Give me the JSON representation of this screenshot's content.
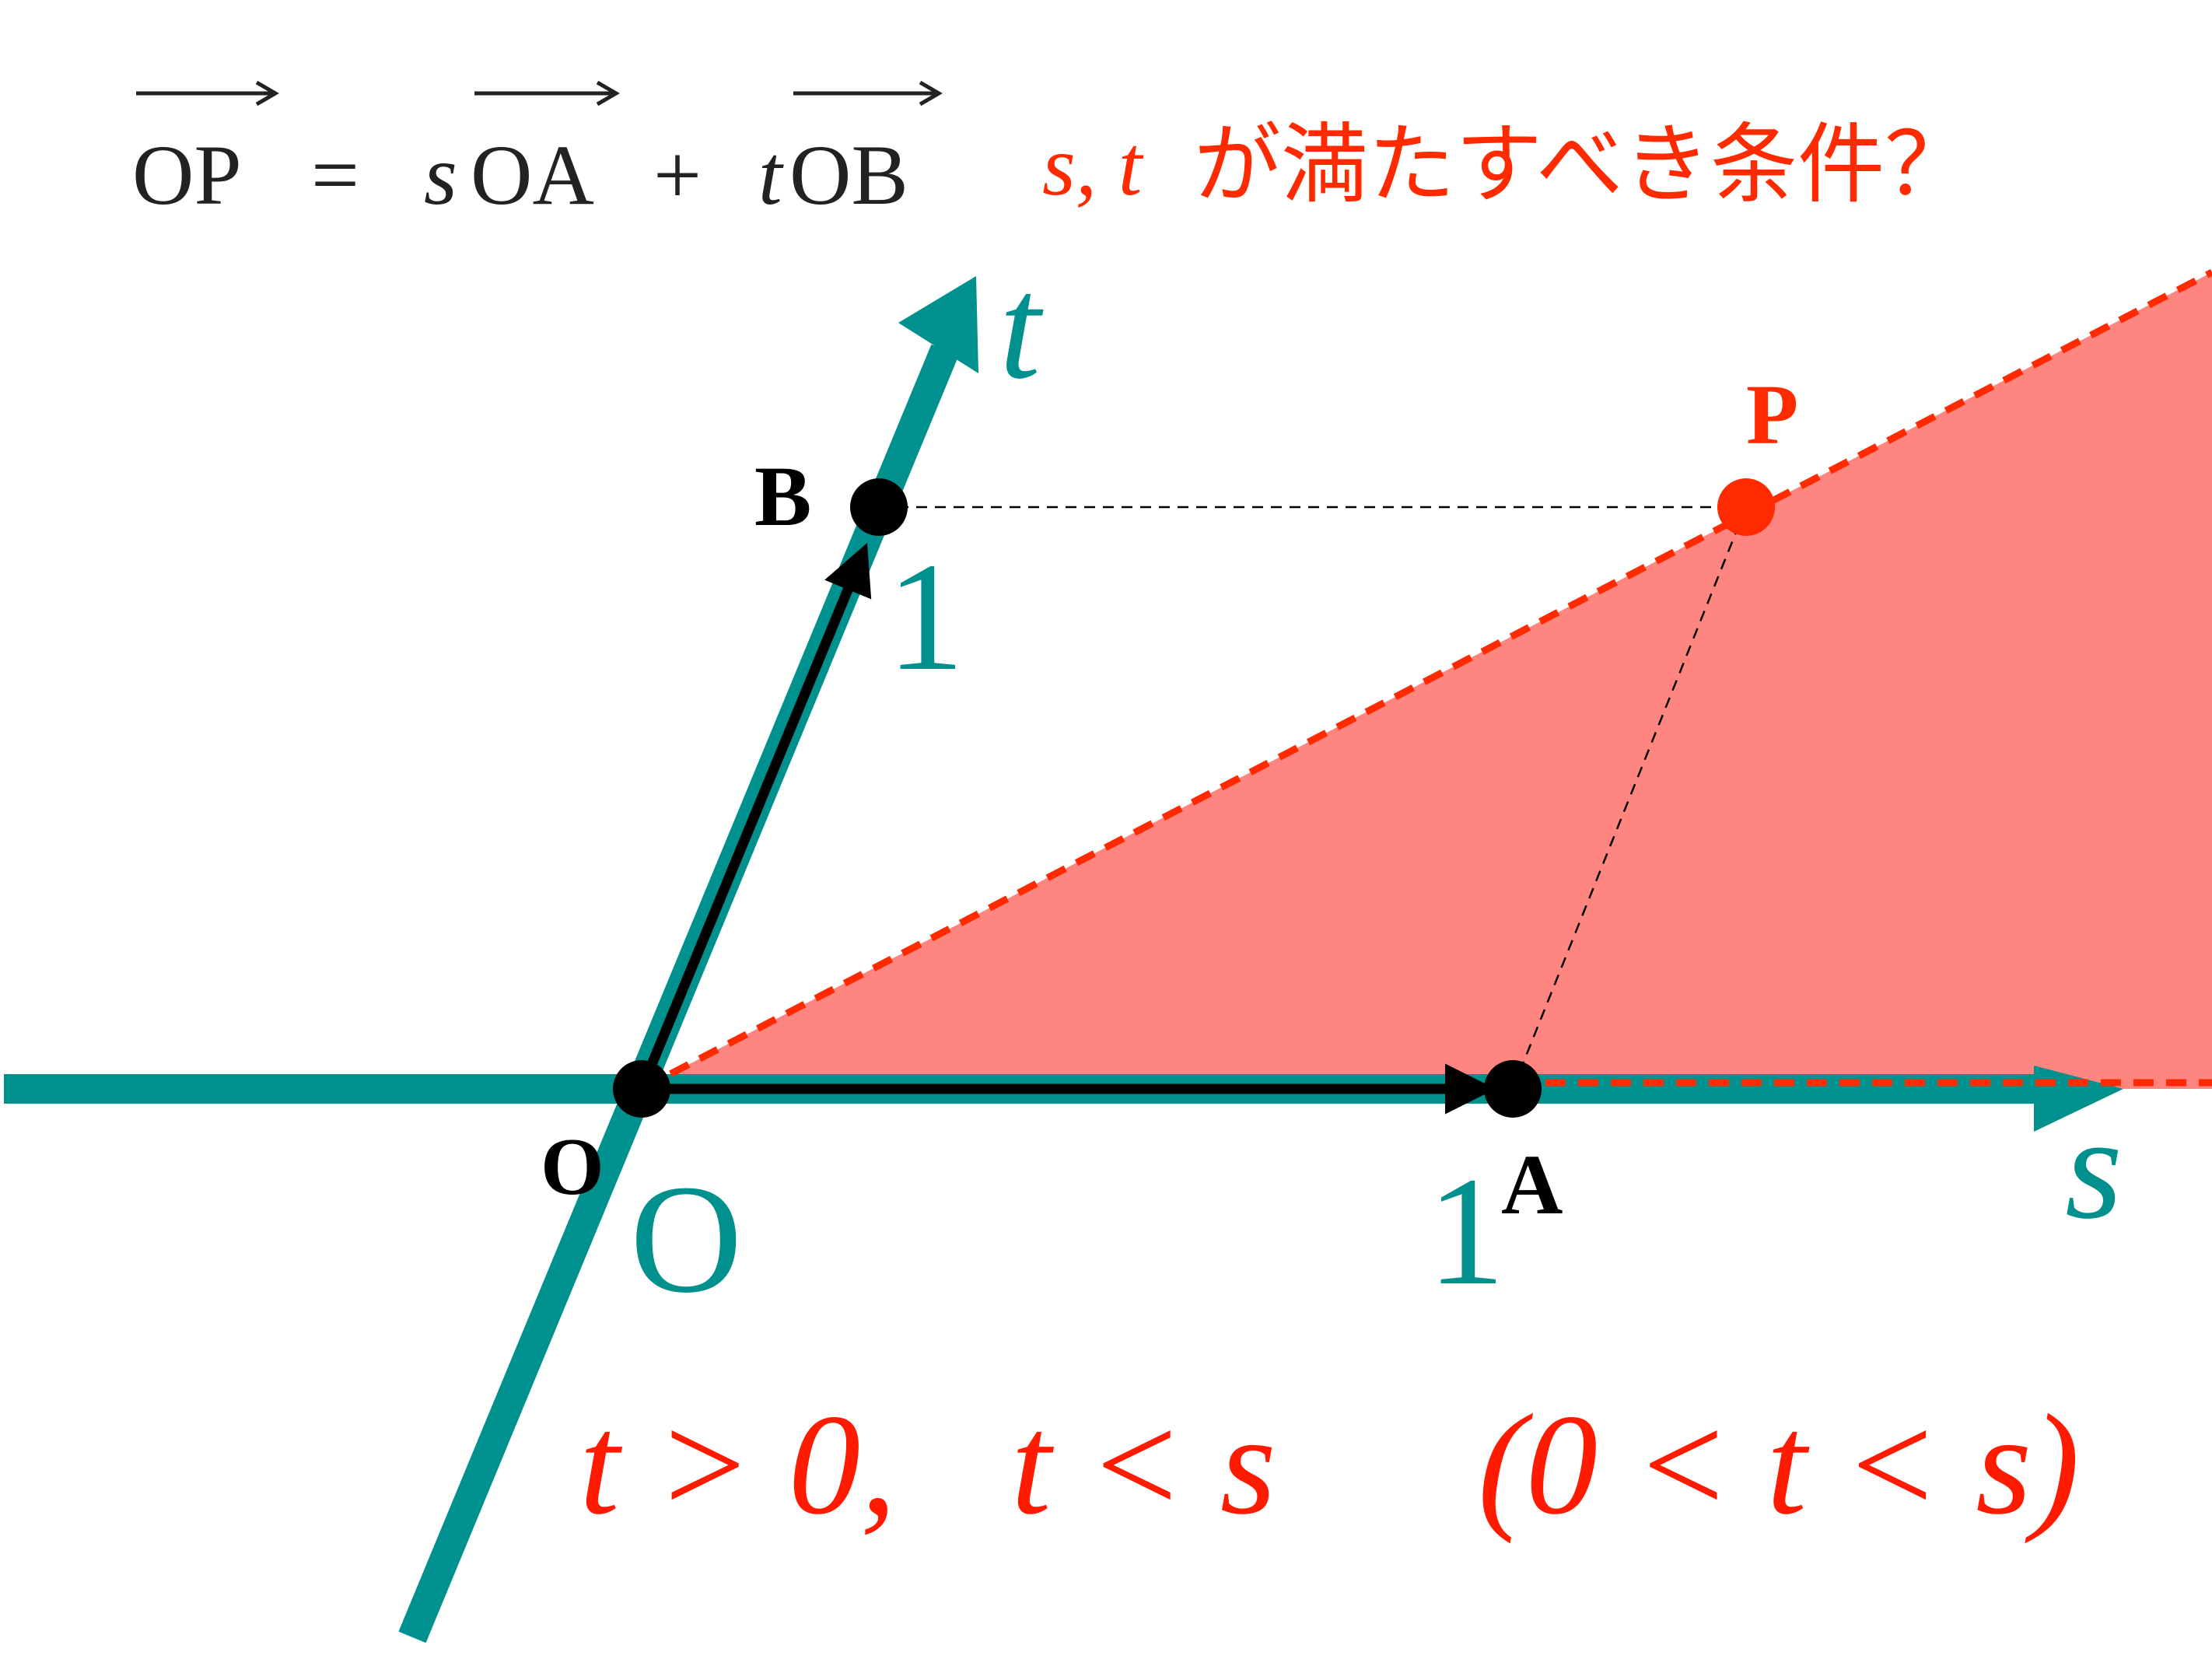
{
  "equation": {
    "lhs": "OP",
    "equals": "=",
    "coef_s": "s",
    "vec_a": "OA",
    "plus": "+",
    "coef_t": "t",
    "vec_b": "OB"
  },
  "question": {
    "vars": "s, t",
    "text": "が満たすべき条件？"
  },
  "axes": {
    "s_label": "s",
    "t_label": "t",
    "origin_label": "O",
    "s_tick": "1",
    "t_tick": "1"
  },
  "points": {
    "O": "O",
    "A": "A",
    "B": "B",
    "P": "P"
  },
  "answer": {
    "part1": "t > 0,",
    "part2": "t < s",
    "part3": "(0 < t < s)"
  },
  "colors": {
    "axis": "#00918f",
    "region": "#ff8580",
    "boundary": "#ff2a00",
    "highlight": "#ff2a00",
    "point": "#000000"
  }
}
